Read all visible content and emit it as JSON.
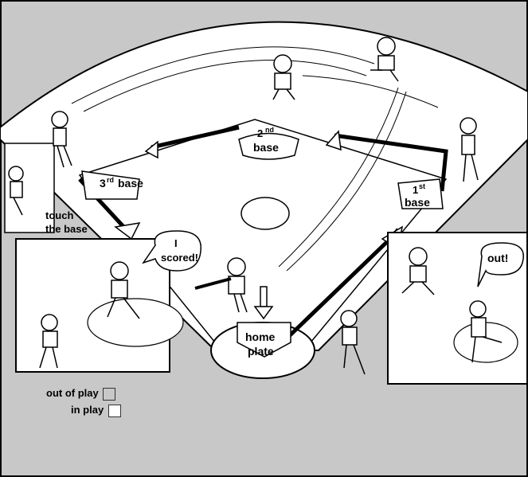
{
  "labels": {
    "second_base_num": "2",
    "second_base_sup": "nd",
    "second_base_word": "base",
    "third_base_num": "3",
    "third_base_sup": "rd",
    "third_base_word": "base",
    "first_base_num": "1",
    "first_base_sup": "st",
    "first_base_word": "base",
    "touch_line1": "touch",
    "touch_line2": "the base",
    "scored_line1": "I",
    "scored_line2": "scored!",
    "out": "out!",
    "home_line1": "home",
    "home_line2": "plate"
  },
  "legend": {
    "out_of_play": "out of play",
    "in_play": "in play"
  },
  "colors": {
    "out_of_play": "#c8c8c8",
    "in_play": "#ffffff",
    "ink": "#000000"
  },
  "icons": [
    "baseball-diamond",
    "base-path-arrows",
    "cartoon-players"
  ]
}
